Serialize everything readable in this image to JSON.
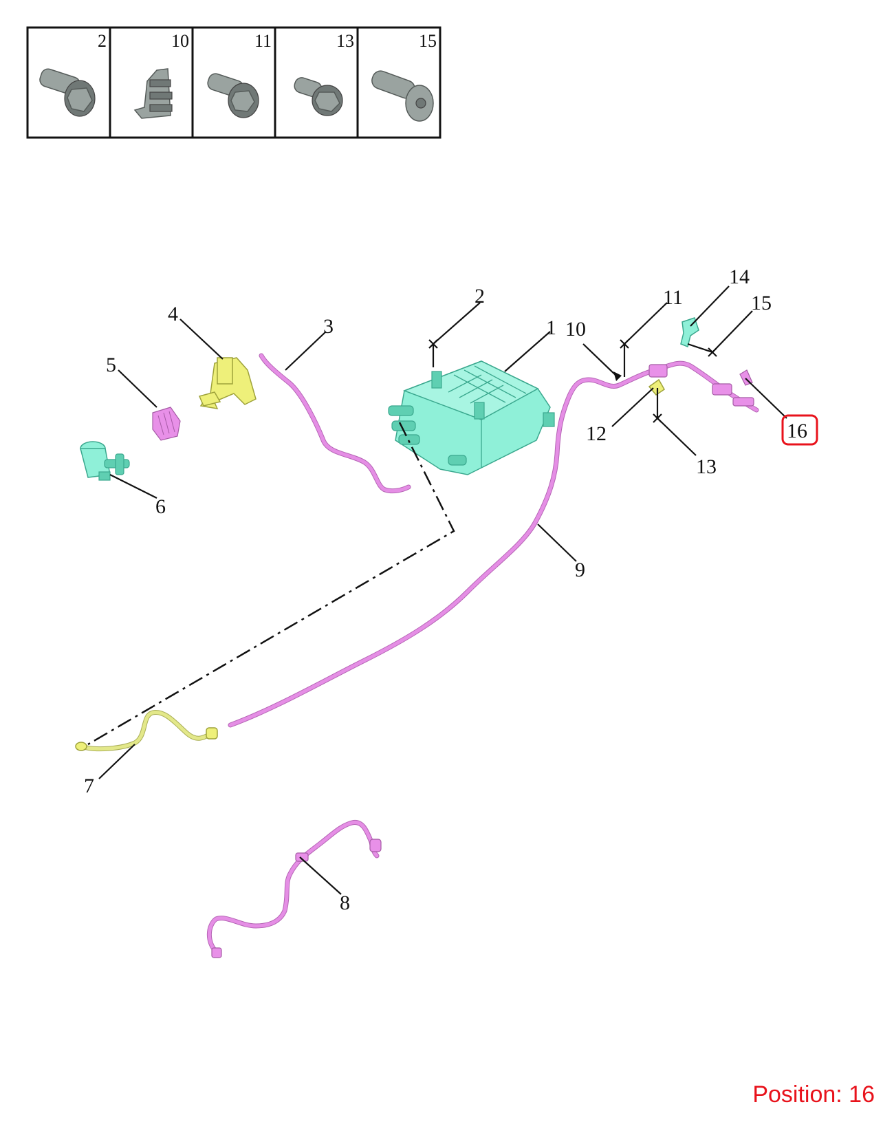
{
  "fastener_table": {
    "cells": [
      {
        "number": "2",
        "icon": "hex-flange-bolt-icon"
      },
      {
        "number": "10",
        "icon": "clip-icon"
      },
      {
        "number": "11",
        "icon": "hex-flange-bolt-icon"
      },
      {
        "number": "13",
        "icon": "hex-flange-bolt-icon"
      },
      {
        "number": "15",
        "icon": "torx-pan-bolt-icon"
      }
    ]
  },
  "callouts": {
    "c1": "1",
    "c2": "2",
    "c3": "3",
    "c4": "4",
    "c5": "5",
    "c6": "6",
    "c7": "7",
    "c8": "8",
    "c9": "9",
    "c10": "10",
    "c11": "11",
    "c12": "12",
    "c13": "13",
    "c14": "14",
    "c15": "15",
    "c16": "16"
  },
  "highlight": {
    "callout": "16",
    "color": "#e8121b"
  },
  "colors": {
    "teal": "#8ff0d8",
    "pink": "#e890e8",
    "yellow": "#eef07a",
    "fastener": "#9aa3a0"
  },
  "position_label": "Position: 16"
}
